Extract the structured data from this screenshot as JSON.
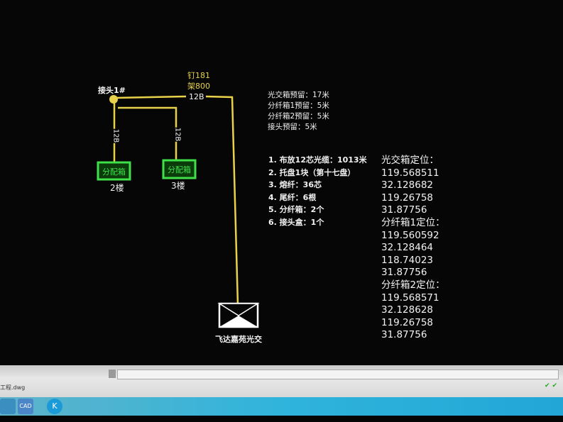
{
  "diagram": {
    "joint_label": "接头1#",
    "cable_label_top": "12B",
    "cable_label_left": "12B",
    "cable_label_mid": "12B",
    "pole_label_1": "钉181",
    "pole_label_2": "架800",
    "box1_label": "分配箱",
    "box1_floor": "2楼",
    "box2_label": "分配箱",
    "box2_floor": "3楼",
    "cabinet_label": "飞达嘉苑光交"
  },
  "notes": [
    "光交箱预留：17米",
    "分纤箱1预留：5米",
    "分纤箱2预留：5米",
    "接头预留：5米"
  ],
  "items": [
    "1. 布放12芯光缆：1013米",
    "2. 托盘1块（第十七盘）",
    "3. 熔纤：36芯",
    "4. 尾纤：6根",
    "5. 分纤箱：2个",
    "6. 接头盒：1个"
  ],
  "coords": [
    "光交箱定位：",
    "119.568511",
    "32.128682",
    "119.26758",
    "31.87756",
    "分纤箱1定位：",
    "119.560592",
    "32.128464",
    "118.74023",
    "31.87756",
    "分纤箱2定位：",
    "119.568571",
    "32.128628",
    "119.26758",
    "31.87756"
  ],
  "status": {
    "file_text": "工程.dwg"
  },
  "taskbar": {
    "app1": "CAD",
    "app2": "K"
  },
  "colors": {
    "line": "#e8d24a",
    "box": "#3fe04a",
    "background": "#060606"
  }
}
